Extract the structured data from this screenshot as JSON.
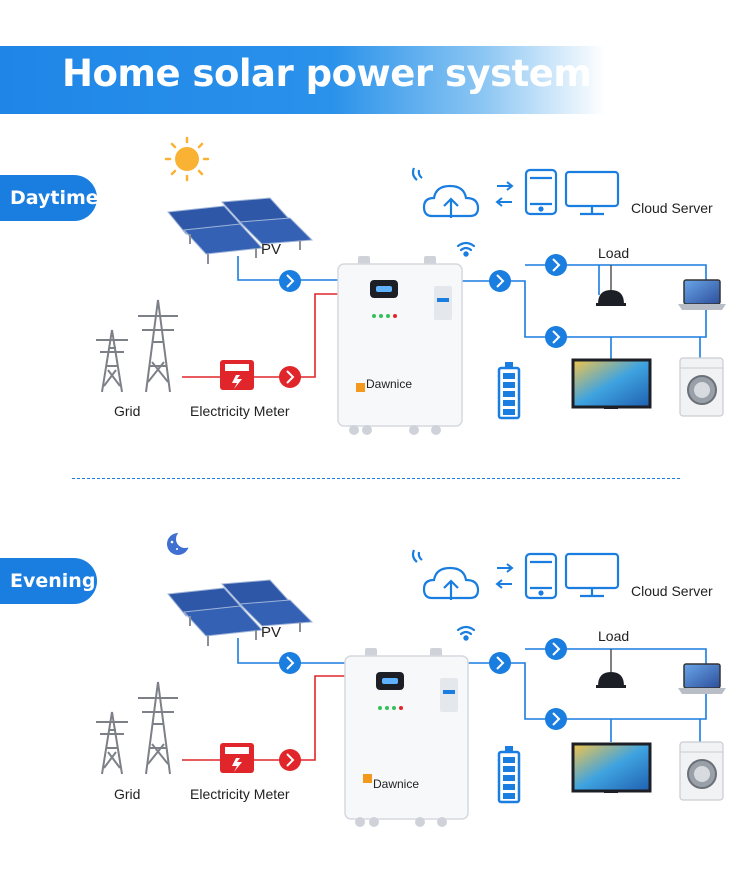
{
  "title": "Home solar power system",
  "colors": {
    "accent": "#1a7de0",
    "grid_line": "#e0262a",
    "brand": "#f39a1e"
  },
  "sections": [
    {
      "tab": "Daytime",
      "sky_icon": "sun-icon",
      "labels": {
        "pv": "PV",
        "grid": "Grid",
        "meter": "Electricity Meter",
        "load": "Load",
        "cloud": "Cloud Server",
        "brand": "Dawnice"
      }
    },
    {
      "tab": "Evening",
      "sky_icon": "moon-icon",
      "labels": {
        "pv": "PV",
        "grid": "Grid",
        "meter": "Electricity Meter",
        "load": "Load",
        "cloud": "Cloud Server",
        "brand": "Dawnice"
      }
    }
  ]
}
